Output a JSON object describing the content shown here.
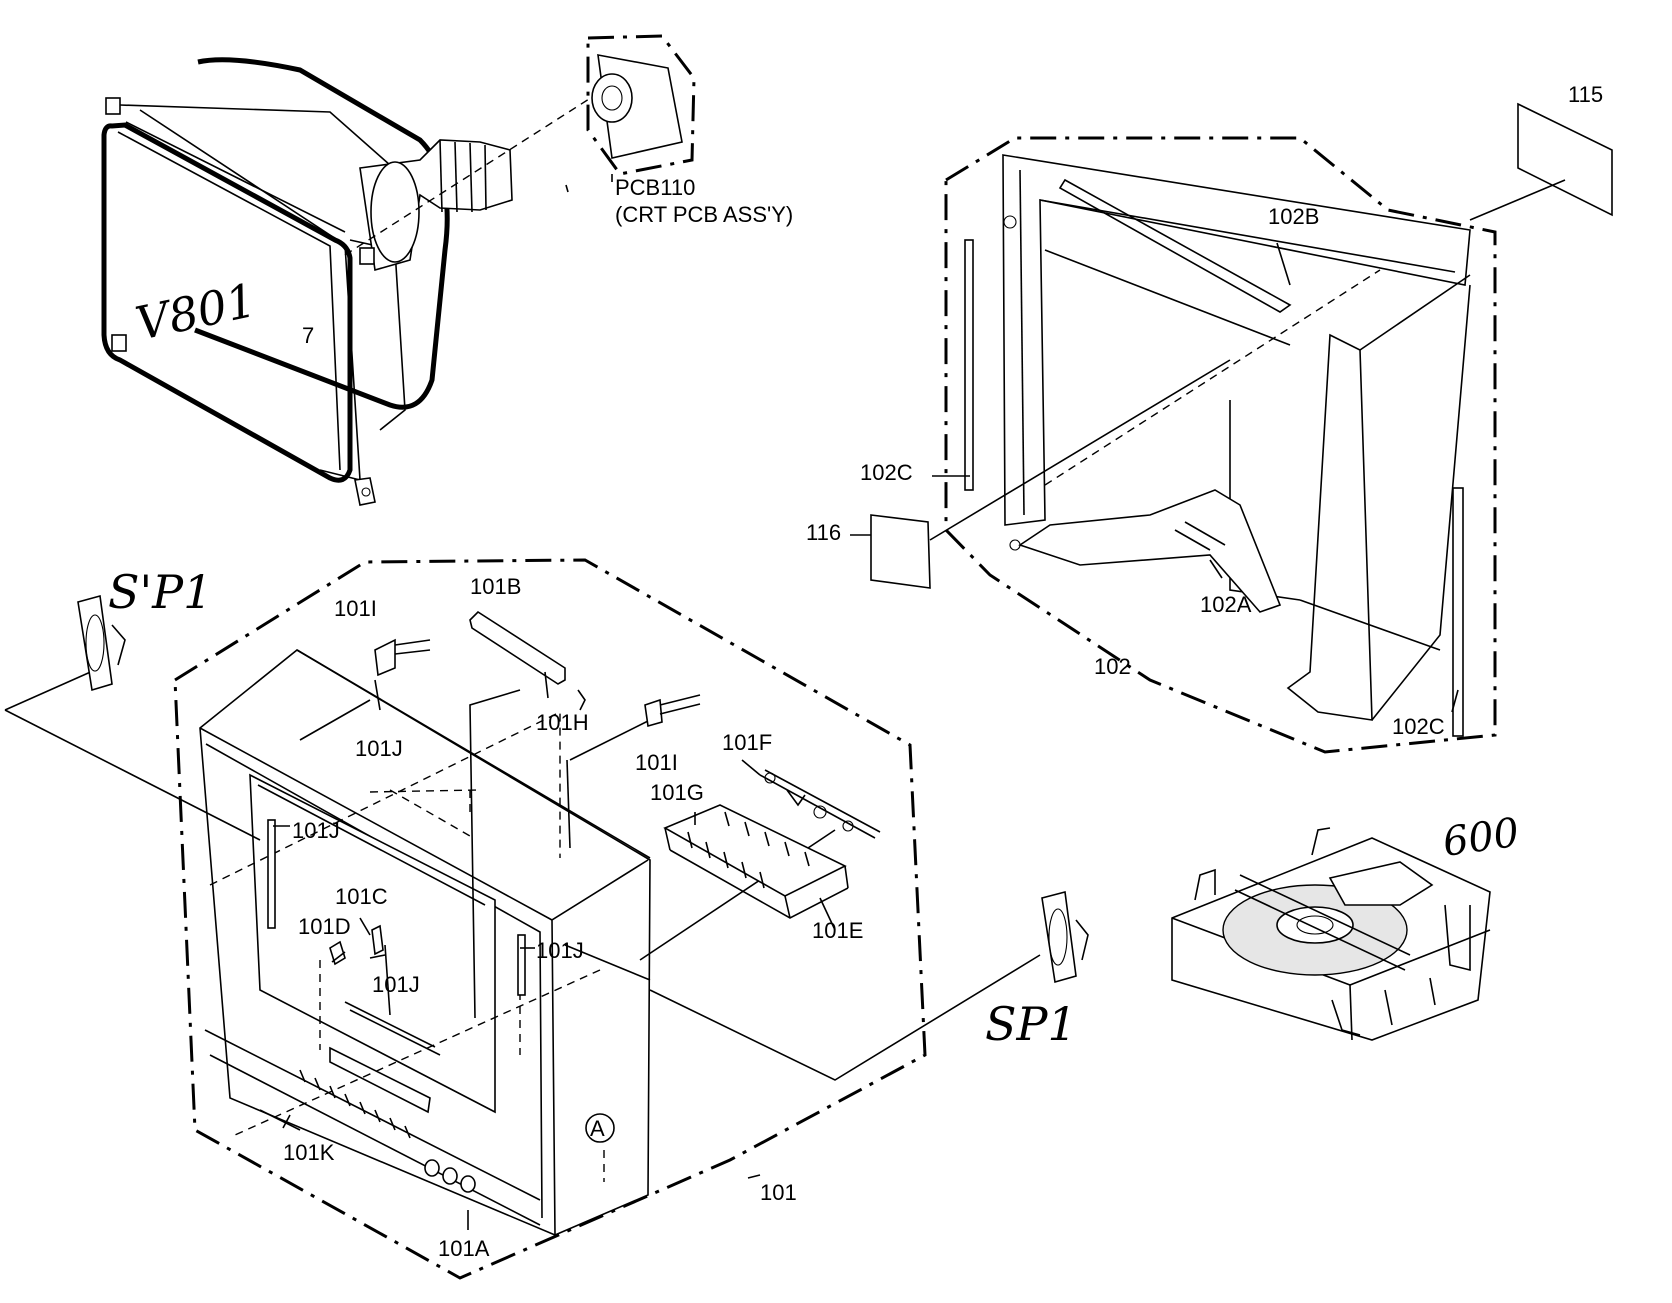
{
  "labels": {
    "v801": "V801",
    "seven": "7",
    "pcb110": "PCB110",
    "crt_pcb_assy": "(CRT PCB ASS'Y)",
    "l115": "115",
    "l102b": "102B",
    "l102c_left": "102C",
    "l102c_right": "102C",
    "l116": "116",
    "l102a": "102A",
    "l102": "102",
    "sp1_left": "S'P1",
    "sp1_right": "SP1",
    "l101i_left": "101I",
    "l101i_right": "101I",
    "l101b": "101B",
    "l101h": "101H",
    "l101j_top": "101J",
    "l101j_left": "101J",
    "l101j_right": "101J",
    "l101j_center": "101J",
    "l101f": "101F",
    "l101g": "101G",
    "l101e": "101E",
    "l101c": "101C",
    "l101d": "101D",
    "l101k": "101K",
    "l101a": "101A",
    "l101": "101",
    "circle_a": "A",
    "l600": "600"
  }
}
